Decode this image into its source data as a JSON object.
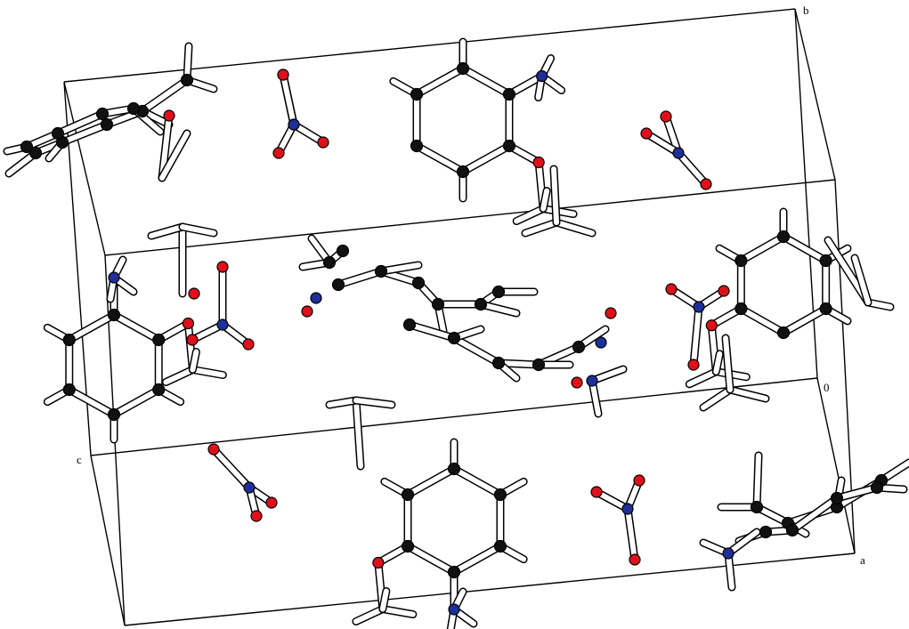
{
  "figure": {
    "axis_labels": {
      "a": "a",
      "b": "b",
      "c": "c",
      "origin": "0"
    },
    "atom_colors": {
      "C": "#111111",
      "H": "#ffffff",
      "N": "#1e2f9a",
      "O": "#e0101a"
    },
    "atom_types": [
      "C",
      "H",
      "N",
      "O"
    ],
    "bond_color": "#000000"
  }
}
